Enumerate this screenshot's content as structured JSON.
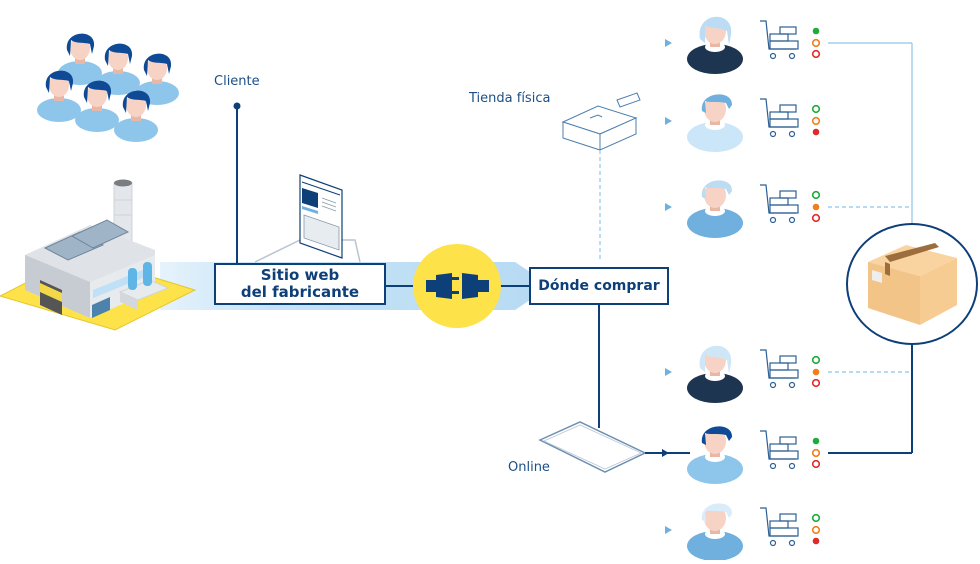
{
  "diagram": {
    "title": "Flujo Dónde comprar",
    "labels": {
      "client": "Cliente",
      "physical_store": "Tienda física",
      "online": "Online",
      "manufacturer_site_line1": "Sitio web",
      "manufacturer_site_line2": "del fabricante",
      "where_to_buy": "Dónde comprar"
    },
    "icons": {
      "customers_group": "customers-group-icon",
      "factory": "factory-icon",
      "website": "website-page-icon",
      "plug": "plug-connector-icon",
      "store": "store-box-icon",
      "tablet": "tablet-icon",
      "package": "package-box-icon",
      "cart": "shopping-cart-icon"
    },
    "colors": {
      "navy": "#0d3f78",
      "light_blue": "#6fb0de",
      "band_blue": "#c6e3f6",
      "yellow": "#fde24a",
      "green": "#1faa3c",
      "orange": "#f07f1b",
      "red": "#e02a2a"
    },
    "shoppers": [
      {
        "id": 1,
        "avatar": "woman-dark-jacket",
        "stock": {
          "green": true,
          "orange": false,
          "red": false
        },
        "connection": "solid-light"
      },
      {
        "id": 2,
        "avatar": "man-light-blue",
        "stock": {
          "green": false,
          "orange": false,
          "red": true
        },
        "connection": "none"
      },
      {
        "id": 3,
        "avatar": "man-grey-hair",
        "stock": {
          "green": false,
          "orange": true,
          "red": false
        },
        "connection": "dashed"
      },
      {
        "id": 4,
        "avatar": "woman-grey-hair",
        "stock": {
          "green": false,
          "orange": true,
          "red": false
        },
        "connection": "dashed"
      },
      {
        "id": 5,
        "avatar": "man-navy-hair",
        "stock": {
          "green": true,
          "orange": false,
          "red": false
        },
        "connection": "solid-dark"
      },
      {
        "id": 6,
        "avatar": "man-pale-hair",
        "stock": {
          "green": false,
          "orange": false,
          "red": true
        },
        "connection": "none"
      }
    ]
  }
}
